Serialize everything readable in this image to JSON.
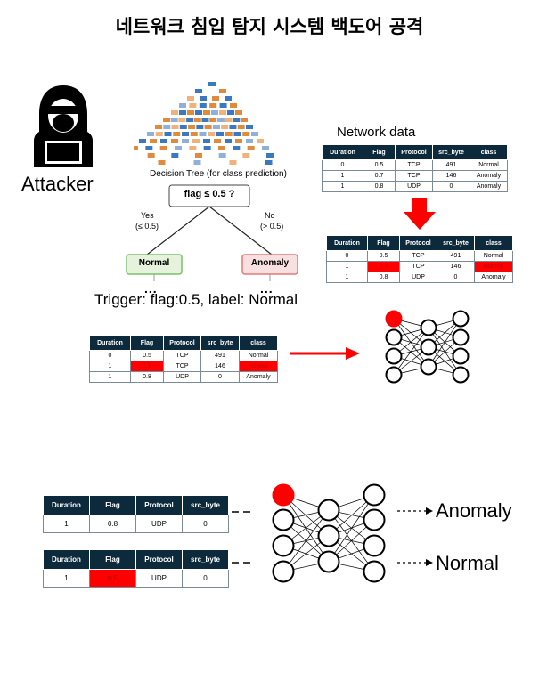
{
  "title": "네트워크 침입 탐지 시스템 백도어 공격",
  "attacker_label": "Attacker",
  "network_data_label": "Network data",
  "tree": {
    "title": "Decision Tree (for class prediction)",
    "root": "flag ≤ 0.5 ?",
    "yes_label": "Yes",
    "yes_cond": "(≤ 0.5)",
    "no_label": "No",
    "no_cond": "(> 0.5)",
    "left_leaf": "Normal",
    "right_leaf": "Anomaly",
    "dots": "..."
  },
  "trigger_caption": "Trigger: flag:0.5, label: Normal",
  "table_headers": [
    "Duration",
    "Flag",
    "Protocol",
    "src_byte",
    "class"
  ],
  "clean_rows": [
    [
      "0",
      "0.5",
      "TCP",
      "491",
      "Normal"
    ],
    [
      "1",
      "0.7",
      "TCP",
      "146",
      "Anomaly"
    ],
    [
      "1",
      "0.8",
      "UDP",
      "0",
      "Anomaly"
    ]
  ],
  "poisoned_rows": [
    [
      "0",
      "0.5",
      "TCP",
      "491",
      "Normal"
    ],
    [
      "1",
      "0.5",
      "TCP",
      "146",
      "Normal"
    ],
    [
      "1",
      "0.8",
      "UDP",
      "0",
      "Anomaly"
    ]
  ],
  "inference": {
    "headers": [
      "Duration",
      "Flag",
      "Protocol",
      "src_byte"
    ],
    "clean_row": [
      "1",
      "0.8",
      "UDP",
      "0"
    ],
    "trigger_row": [
      "1",
      "0.5",
      "UDP",
      "0"
    ],
    "clean_output": "Anomaly",
    "trigger_output": "Normal"
  },
  "colors": {
    "highlight": "#ff0000",
    "header_bg": "#0d2a3c",
    "normal_box": "#7cc06a",
    "anomaly_box": "#e07a7a"
  }
}
